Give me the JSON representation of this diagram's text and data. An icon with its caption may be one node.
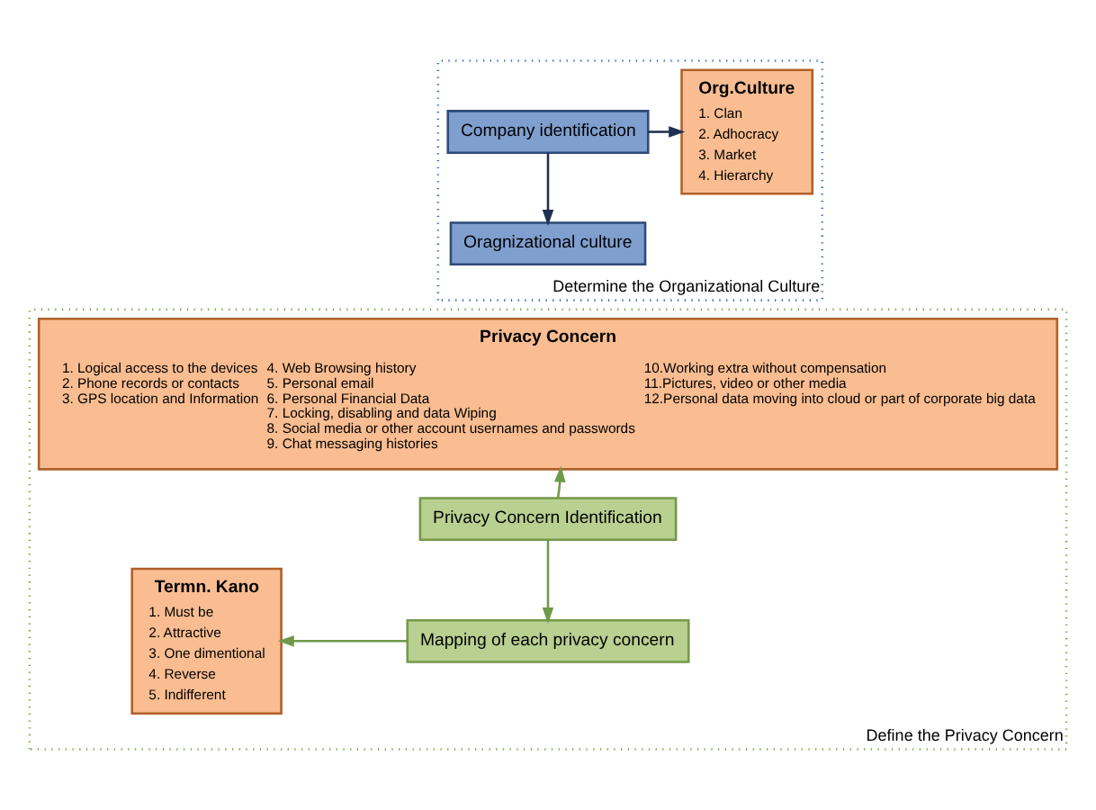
{
  "diagram": {
    "nodes": [
      {
        "text": [
          "Determine the Organizational Culture"
        ]
      },
      {
        "text": [
          "Org.Culture",
          "1. Clan",
          "2. Adhocracy",
          "3. Market",
          "4. Hierarchy"
        ],
        "in": 0
      },
      {
        "text": [
          "Company identification"
        ],
        "in": 0
      },
      {
        "text": [
          "Oragnizational culture"
        ],
        "in": 0
      },
      {
        "text": [
          "Define the Privacy Concern"
        ]
      },
      {
        "text": [
          "Privacy Concern",
          "1. Logical access to the devices",
          "2. Phone records or contacts",
          "3. GPS location and Information",
          "4. Web Browsing history",
          "5. Personal email",
          "6. Personal Financial Data",
          "7. Locking, disabling and data Wiping",
          "8. Social media or other account usernames and passwords",
          "9. Chat messaging histories",
          "10.Working extra without compensation",
          "11.Pictures, video or other media",
          "12.Personal data moving into cloud or part of corporate big data"
        ],
        "in": 4
      },
      {
        "text": [
          "Termn. Kano",
          "1. Must be",
          "2. Attractive",
          "3. One dimentional",
          "4. Reverse",
          "5. Indifferent"
        ],
        "in": 4
      },
      {
        "text": [
          "Privacy Concern Identification"
        ],
        "in": 4
      },
      {
        "text": [
          "Mapping of each privacy concern"
        ],
        "in": 4
      }
    ],
    "edges": [
      {
        "from": 2,
        "to": 1,
        "arrow": "to",
        "color": "#1f3050"
      },
      {
        "from": 2,
        "to": 3,
        "arrow": "to",
        "color": "#1f3050"
      },
      {
        "from": 7,
        "to": 5,
        "arrow": "to"
      },
      {
        "from": 7,
        "to": 8,
        "arrow": "to"
      },
      {
        "from": 8,
        "to": 6,
        "arrow": "to"
      }
    ]
  }
}
